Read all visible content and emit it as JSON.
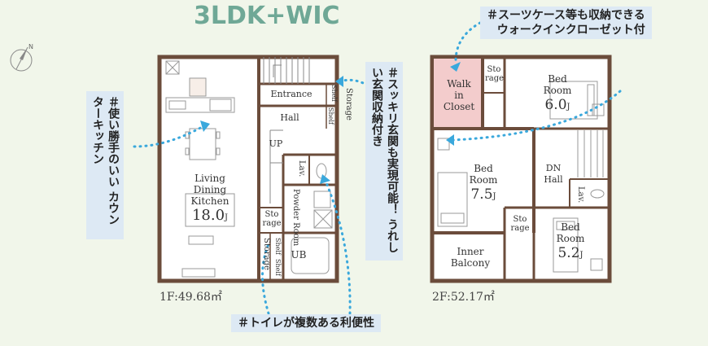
{
  "title": "3LDK+WIC",
  "floor1": {
    "area_label": "1F:49.68㎡",
    "rooms": {
      "ldk_name": "Living\nDining\nKitchen",
      "ldk_size": "18.0",
      "entrance": "Entrance",
      "hall": "Hall",
      "up": "UP",
      "storage_entrance": "Storage",
      "shelf_left": "Shelf",
      "shelf_right": "Shelf",
      "lav": "Lav.",
      "powder_room": "Powder\nRoom",
      "storage_small": "Sto\nrage",
      "storage_bottom": "Storage",
      "shelf_bottom1": "Shelf",
      "shelf_bottom2": "Shelf",
      "ub": "UB"
    }
  },
  "floor2": {
    "area_label": "2F:52.17㎡",
    "rooms": {
      "walk_in_closet": "Walk\nin\nCloset",
      "storage_top": "Sto\nrage",
      "bedroom_a_name": "Bed\nRoom",
      "bedroom_a_size": "6.0",
      "bedroom_b_name": "Bed\nRoom",
      "bedroom_b_size": "7.5",
      "dn_hall": "DN\nHall",
      "lav": "Lav.",
      "storage_mid": "Sto\nrage",
      "bedroom_c_name": "Bed\nRoom",
      "bedroom_c_size": "5.2",
      "inner_balcony": "Inner\nBalcony"
    }
  },
  "notes": {
    "counter_kitchen": "＃使い勝手のいい\nカウンターキッチン",
    "entrance_storage": "＃スッキリ玄関も実現可能！\nうれしい玄関収納付き",
    "toilets": "＃トイレが複数ある利便性",
    "wic": "＃スーツケース等も収納できる\nウォークインクローゼット付"
  },
  "colors": {
    "wall": "#6b4c3b",
    "wic_fill": "#f3cccc",
    "note_bg": "#dde9f4",
    "arrow": "#3aa8dc",
    "title": "#6fa896",
    "background": "#f1f6ea"
  }
}
